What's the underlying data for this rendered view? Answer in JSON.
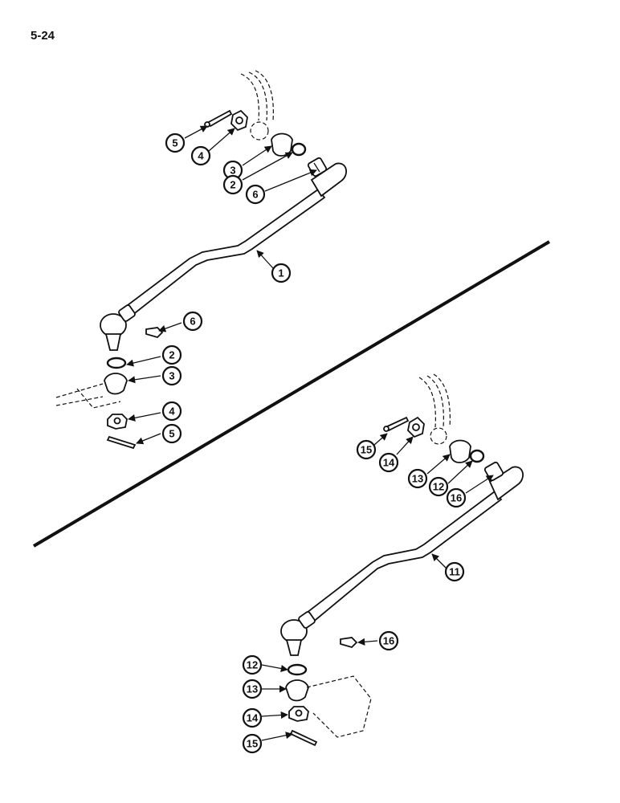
{
  "page": {
    "number": "5-24"
  },
  "callouts": {
    "c1": "1",
    "c2a": "2",
    "c2b": "2",
    "c3a": "3",
    "c3b": "3",
    "c4a": "4",
    "c4b": "4",
    "c5a": "5",
    "c5b": "5",
    "c6a": "6",
    "c6b": "6",
    "c11": "11",
    "c12a": "12",
    "c12b": "12",
    "c13a": "13",
    "c13b": "13",
    "c14a": "14",
    "c14b": "14",
    "c15a": "15",
    "c15b": "15",
    "c16a": "16",
    "c16b": "16"
  }
}
